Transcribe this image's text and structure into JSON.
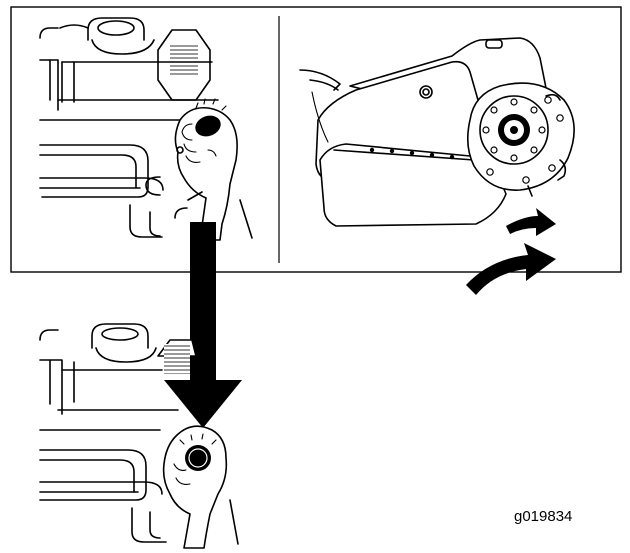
{
  "figure": {
    "id_label": "g019834"
  },
  "icons": {
    "step1": "hand-turning-knob",
    "step2": "rotate-reel",
    "step3": "hand-turning-knob-closer",
    "arrow_down": "arrow-down-icon",
    "arrow_curved": "curved-arrow-icon"
  }
}
